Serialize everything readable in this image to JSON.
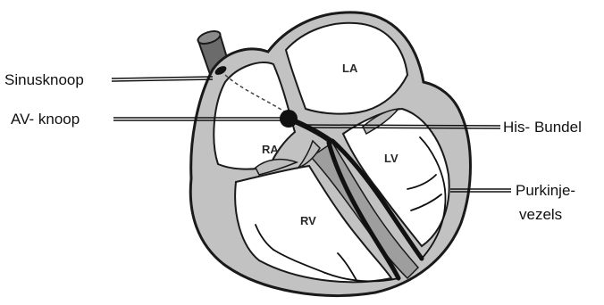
{
  "labels": {
    "sinusknoop": "Sinusknoop",
    "av_knoop": "AV- knoop",
    "his_bundel": "His- Bundel",
    "purkinje_line1": "Purkinje-",
    "purkinje_line2": "vezels"
  },
  "chambers": {
    "la": "LA",
    "ra": "RA",
    "lv": "LV",
    "rv": "RV"
  },
  "colors": {
    "outline": "#1a1a1a",
    "wall": "#bfbfbf",
    "chamber_fill": "#ffffff",
    "vessel": "#666666",
    "conduction": "#111111"
  }
}
